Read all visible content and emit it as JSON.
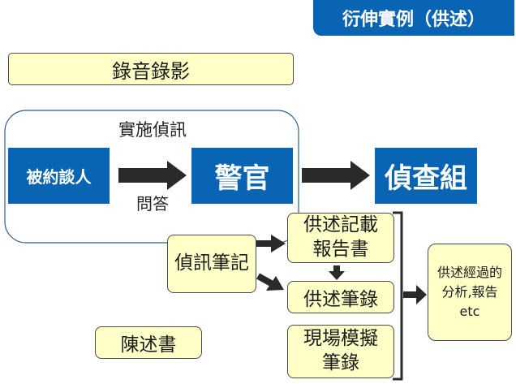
{
  "header": {
    "title": "衍伸實例（供述）"
  },
  "nodes": {
    "recording": "錄音錄影",
    "interrogation_label": "實施偵訊",
    "interviewee": "被約談人",
    "qa_label": "問答",
    "police": "警官",
    "investigation_team": "偵查組",
    "interrogation_notes": "偵訊筆記",
    "statement_report": "供述記載報告書",
    "statement_record": "供述筆錄",
    "written_statement": "陳述書",
    "scene_simulation": "現場模擬筆錄",
    "analysis": "供述經過的分析,報告etc"
  },
  "colors": {
    "blue": "#0a64b4",
    "yellow": "#ffffc8",
    "arrow": "#2a2a2a",
    "group_border": "#2e5e8a"
  }
}
